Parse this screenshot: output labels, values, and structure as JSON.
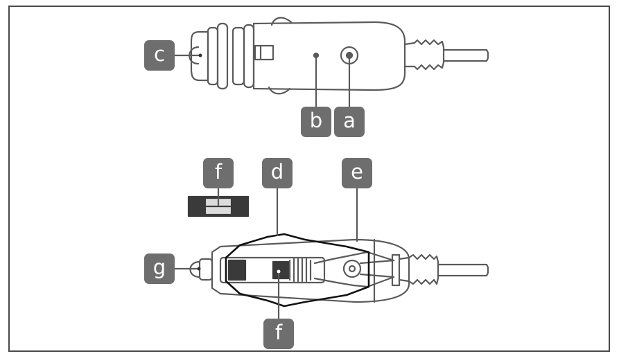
{
  "colors": {
    "outline": "#5a5a5a",
    "callout_bg": "#6e6e6e",
    "callout_text": "#ffffff",
    "dark_fill": "#3a3a3a",
    "cover_line": "#111111"
  },
  "callouts": {
    "a": "a",
    "b": "b",
    "c": "c",
    "d": "d",
    "e": "e",
    "f_top": "f",
    "f_bottom": "f",
    "g": "g"
  }
}
